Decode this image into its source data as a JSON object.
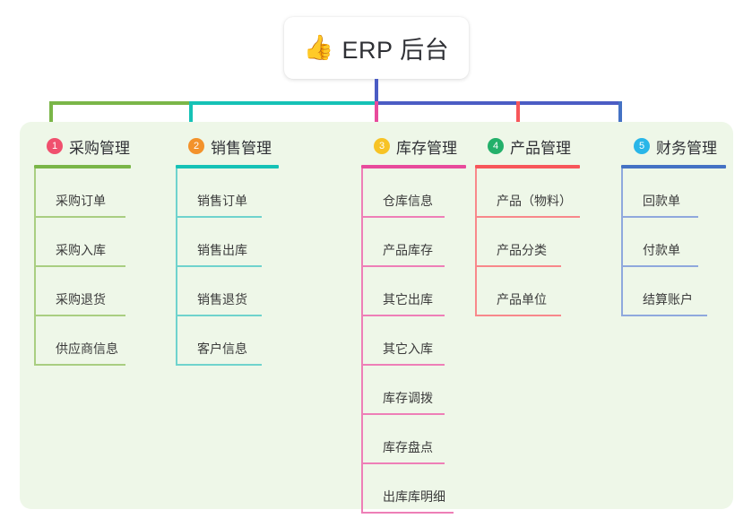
{
  "root": {
    "icon": "thumbs-up-icon",
    "emoji": "👍",
    "title": "ERP 后台"
  },
  "theme": {
    "panel_bg": "#eef7e8",
    "stem_color": "#4b5cc4",
    "page_bg": "#ffffff"
  },
  "columns": [
    {
      "index": "1",
      "title": "采购管理",
      "badge_color": "#f0506e",
      "accent": "#7ab648",
      "accent_soft": "#a9ce81",
      "connector": "#7ab648",
      "items": [
        {
          "label": "采购订单"
        },
        {
          "label": "采购入库"
        },
        {
          "label": "采购退货"
        },
        {
          "label": "供应商信息"
        }
      ]
    },
    {
      "index": "2",
      "title": "销售管理",
      "badge_color": "#f3922b",
      "accent": "#16c2b6",
      "accent_soft": "#6fd3cd",
      "connector": "#16c2b6",
      "items": [
        {
          "label": "销售订单"
        },
        {
          "label": "销售出库"
        },
        {
          "label": "销售退货"
        },
        {
          "label": "客户信息"
        }
      ]
    },
    {
      "index": "3",
      "title": "库存管理",
      "badge_color": "#f7c325",
      "accent": "#e84b9c",
      "accent_soft": "#ee7fb7",
      "connector": "#e84b9c",
      "items": [
        {
          "label": "仓库信息"
        },
        {
          "label": "产品库存"
        },
        {
          "label": "其它出库"
        },
        {
          "label": "其它入库"
        },
        {
          "label": "库存调拨"
        },
        {
          "label": "库存盘点"
        },
        {
          "label": "出库库明细"
        }
      ]
    },
    {
      "index": "4",
      "title": "产品管理",
      "badge_color": "#23b06a",
      "accent": "#f7565a",
      "accent_soft": "#f8888b",
      "connector": "#f7565a",
      "items": [
        {
          "label": "产品（物料）"
        },
        {
          "label": "产品分类"
        },
        {
          "label": "产品单位"
        }
      ]
    },
    {
      "index": "5",
      "title": "财务管理",
      "badge_color": "#29b6e8",
      "accent": "#4472c4",
      "accent_soft": "#8fa8dd",
      "connector": "#4472c4",
      "items": [
        {
          "label": "回款单"
        },
        {
          "label": "付款单"
        },
        {
          "label": "结算账户"
        }
      ]
    }
  ],
  "connector_bar": {
    "segments": [
      {
        "name": "segment-green",
        "color": "#7ab648"
      },
      {
        "name": "segment-teal",
        "color": "#16c2b6"
      },
      {
        "name": "segment-blue",
        "color": "#4b5cc4"
      }
    ]
  }
}
